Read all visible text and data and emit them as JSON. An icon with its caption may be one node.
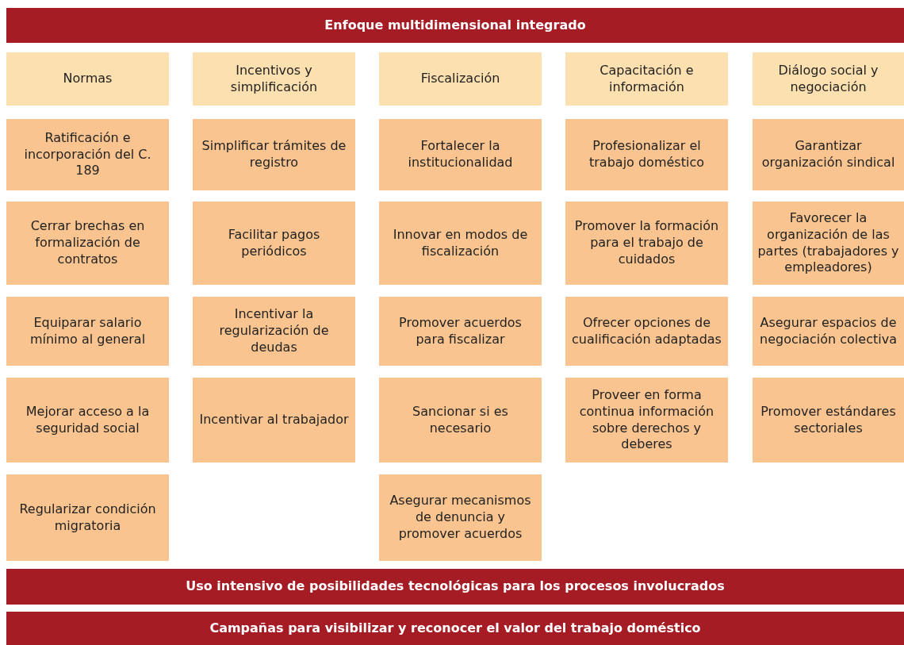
{
  "diagram": {
    "nodes": [
      {
        "text": [
          "Enfoque multidimensional integrado"
        ]
      },
      {
        "text": [
          "Normas"
        ]
      },
      {
        "text": [
          "Incentivos y simplificación"
        ]
      },
      {
        "text": [
          "Fiscalización"
        ]
      },
      {
        "text": [
          "Capacitación e información"
        ]
      },
      {
        "text": [
          "Diálogo social y negociación"
        ]
      },
      {
        "text": [
          "Ratificación e incorporación del C. 189"
        ]
      },
      {
        "text": [
          "Simplificar trámites de registro"
        ]
      },
      {
        "text": [
          "Fortalecer la institucionalidad"
        ]
      },
      {
        "text": [
          "Profesionalizar el trabajo doméstico"
        ]
      },
      {
        "text": [
          "Garantizar organización sindical"
        ]
      },
      {
        "text": [
          "Cerrar brechas en formalización de contratos"
        ]
      },
      {
        "text": [
          "Facilitar pagos periódicos"
        ]
      },
      {
        "text": [
          "Innovar en modos de fiscalización"
        ]
      },
      {
        "text": [
          "Promover la formación para el trabajo de cuidados"
        ]
      },
      {
        "text": [
          "Favorecer la organización de las partes (trabajadores y empleadores)"
        ]
      },
      {
        "text": [
          "Equiparar salario mínimo al general"
        ]
      },
      {
        "text": [
          "Incentivar la regularización de deudas"
        ]
      },
      {
        "text": [
          "Promover acuerdos para fiscalizar"
        ]
      },
      {
        "text": [
          "Ofrecer opciones de cualificación adaptadas"
        ]
      },
      {
        "text": [
          "Asegurar espacios de negociación colectiva"
        ]
      },
      {
        "text": [
          "Mejorar acceso a la seguridad social"
        ]
      },
      {
        "text": [
          "Incentivar al trabajador"
        ]
      },
      {
        "text": [
          "Sancionar si es necesario"
        ]
      },
      {
        "text": [
          "Proveer en forma continua información sobre derechos y deberes"
        ]
      },
      {
        "text": [
          "Promover estándares sectoriales"
        ]
      },
      {
        "text": [
          "Regularizar condición migratoria"
        ]
      },
      {
        "text": [
          "Asegurar mecanismos de denuncia y promover acuerdos"
        ]
      },
      {
        "text": [
          "Uso intensivo de posibilidades tecnológicas para los procesos involucrados"
        ]
      },
      {
        "text": [
          "Campañas para visibilizar y reconocer el valor del trabajo doméstico"
        ]
      }
    ]
  }
}
